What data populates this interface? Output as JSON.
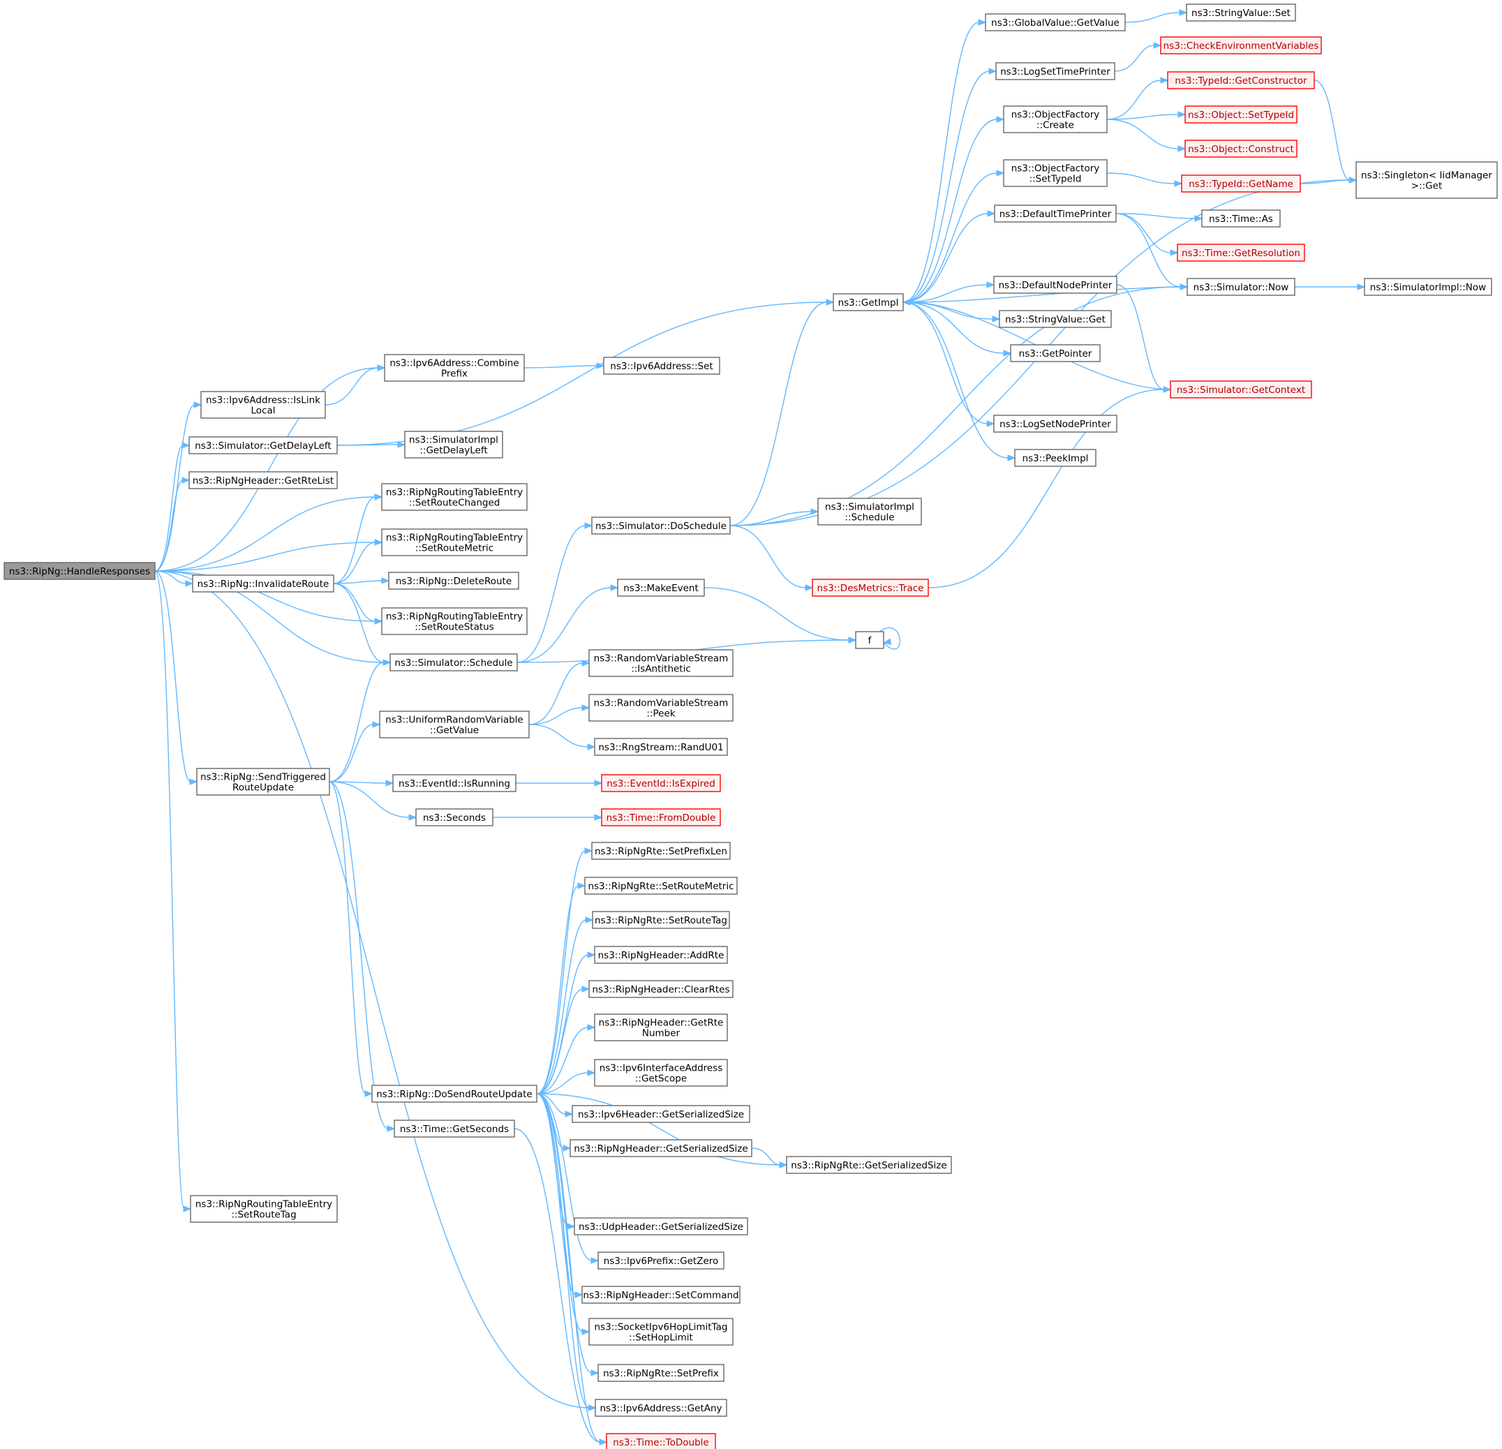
{
  "nodes": [
    {
      "id": "handle",
      "label": [
        "ns3::RipNg::HandleResponses"
      ],
      "style": "root"
    },
    {
      "id": "combine",
      "label": [
        "ns3::Ipv6Address::Combine",
        "Prefix"
      ]
    },
    {
      "id": "islink",
      "label": [
        "ns3::Ipv6Address::IsLink",
        "Local"
      ]
    },
    {
      "id": "getdelay",
      "label": [
        "ns3::Simulator::GetDelayLeft"
      ]
    },
    {
      "id": "getrte",
      "label": [
        "ns3::RipNgHeader::GetRteList"
      ]
    },
    {
      "id": "invalidate",
      "label": [
        "ns3::RipNg::InvalidateRoute"
      ]
    },
    {
      "id": "sendtrig",
      "label": [
        "ns3::RipNg::SendTriggered",
        "RouteUpdate"
      ]
    },
    {
      "id": "setroutetag_e",
      "label": [
        "ns3::RipNgRoutingTableEntry",
        "::SetRouteTag"
      ]
    },
    {
      "id": "ipv6set",
      "label": [
        "ns3::Ipv6Address::Set"
      ]
    },
    {
      "id": "implgetdelay",
      "label": [
        "ns3::SimulatorImpl",
        "::GetDelayLeft"
      ]
    },
    {
      "id": "setchanged",
      "label": [
        "ns3::RipNgRoutingTableEntry",
        "::SetRouteChanged"
      ]
    },
    {
      "id": "setmetric_e",
      "label": [
        "ns3::RipNgRoutingTableEntry",
        "::SetRouteMetric"
      ]
    },
    {
      "id": "deleteroute",
      "label": [
        "ns3::RipNg::DeleteRoute"
      ]
    },
    {
      "id": "setstatus",
      "label": [
        "ns3::RipNgRoutingTableEntry",
        "::SetRouteStatus"
      ]
    },
    {
      "id": "schedule",
      "label": [
        "ns3::Simulator::Schedule"
      ]
    },
    {
      "id": "uniform",
      "label": [
        "ns3::UniformRandomVariable",
        "::GetValue"
      ]
    },
    {
      "id": "isrunning",
      "label": [
        "ns3::EventId::IsRunning"
      ]
    },
    {
      "id": "seconds",
      "label": [
        "ns3::Seconds"
      ]
    },
    {
      "id": "dosend",
      "label": [
        "ns3::RipNg::DoSendRouteUpdate"
      ]
    },
    {
      "id": "getseconds",
      "label": [
        "ns3::Time::GetSeconds"
      ]
    },
    {
      "id": "doschedule",
      "label": [
        "ns3::Simulator::DoSchedule"
      ]
    },
    {
      "id": "makeevent",
      "label": [
        "ns3::MakeEvent"
      ]
    },
    {
      "id": "isantithetic",
      "label": [
        "ns3::RandomVariableStream",
        "::IsAntithetic"
      ]
    },
    {
      "id": "peek",
      "label": [
        "ns3::RandomVariableStream",
        "::Peek"
      ]
    },
    {
      "id": "randu01",
      "label": [
        "ns3::RngStream::RandU01"
      ]
    },
    {
      "id": "isexpired",
      "label": [
        "ns3::EventId::IsExpired"
      ],
      "style": "red"
    },
    {
      "id": "fromdouble",
      "label": [
        "ns3::Time::FromDouble"
      ],
      "style": "red"
    },
    {
      "id": "setprefixlen",
      "label": [
        "ns3::RipNgRte::SetPrefixLen"
      ]
    },
    {
      "id": "setmetric_r",
      "label": [
        "ns3::RipNgRte::SetRouteMetric"
      ]
    },
    {
      "id": "setroutetag_r",
      "label": [
        "ns3::RipNgRte::SetRouteTag"
      ]
    },
    {
      "id": "addrte",
      "label": [
        "ns3::RipNgHeader::AddRte"
      ]
    },
    {
      "id": "clearrtes",
      "label": [
        "ns3::RipNgHeader::ClearRtes"
      ]
    },
    {
      "id": "getrtenum",
      "label": [
        "ns3::RipNgHeader::GetRte",
        "Number"
      ]
    },
    {
      "id": "getscope",
      "label": [
        "ns3::Ipv6InterfaceAddress",
        "::GetScope"
      ]
    },
    {
      "id": "ipv6hdr",
      "label": [
        "ns3::Ipv6Header::GetSerializedSize"
      ]
    },
    {
      "id": "ripnghdr",
      "label": [
        "ns3::RipNgHeader::GetSerializedSize"
      ]
    },
    {
      "id": "udphdr",
      "label": [
        "ns3::UdpHeader::GetSerializedSize"
      ]
    },
    {
      "id": "getzero",
      "label": [
        "ns3::Ipv6Prefix::GetZero"
      ]
    },
    {
      "id": "setcommand",
      "label": [
        "ns3::RipNgHeader::SetCommand"
      ]
    },
    {
      "id": "sethoplimit",
      "label": [
        "ns3::SocketIpv6HopLimitTag",
        "::SetHopLimit"
      ]
    },
    {
      "id": "setprefix",
      "label": [
        "ns3::RipNgRte::SetPrefix"
      ]
    },
    {
      "id": "getany",
      "label": [
        "ns3::Ipv6Address::GetAny"
      ]
    },
    {
      "id": "todouble",
      "label": [
        "ns3::Time::ToDouble"
      ],
      "style": "red"
    },
    {
      "id": "rtesize",
      "label": [
        "ns3::RipNgRte::GetSerializedSize"
      ]
    },
    {
      "id": "getimpl",
      "label": [
        "ns3::GetImpl"
      ]
    },
    {
      "id": "implschedule",
      "label": [
        "ns3::SimulatorImpl",
        "::Schedule"
      ]
    },
    {
      "id": "trace",
      "label": [
        "ns3::DesMetrics::Trace"
      ],
      "style": "red"
    },
    {
      "id": "f",
      "label": [
        "f"
      ]
    },
    {
      "id": "gvgetvalue",
      "label": [
        "ns3::GlobalValue::GetValue"
      ]
    },
    {
      "id": "logsettime",
      "label": [
        "ns3::LogSetTimePrinter"
      ]
    },
    {
      "id": "ofcreate",
      "label": [
        "ns3::ObjectFactory",
        "::Create"
      ]
    },
    {
      "id": "ofsettypeid",
      "label": [
        "ns3::ObjectFactory",
        "::SetTypeId"
      ]
    },
    {
      "id": "deftime",
      "label": [
        "ns3::DefaultTimePrinter"
      ]
    },
    {
      "id": "defnode",
      "label": [
        "ns3::DefaultNodePrinter"
      ]
    },
    {
      "id": "svget",
      "label": [
        "ns3::StringValue::Get"
      ]
    },
    {
      "id": "getpointer",
      "label": [
        "ns3::GetPointer"
      ]
    },
    {
      "id": "logsetnode",
      "label": [
        "ns3::LogSetNodePrinter"
      ]
    },
    {
      "id": "peekimpl",
      "label": [
        "ns3::PeekImpl"
      ]
    },
    {
      "id": "svset",
      "label": [
        "ns3::StringValue::Set"
      ]
    },
    {
      "id": "checkenv",
      "label": [
        "ns3::CheckEnvironmentVariables"
      ],
      "style": "red"
    },
    {
      "id": "getctor",
      "label": [
        "ns3::TypeId::GetConstructor"
      ],
      "style": "red"
    },
    {
      "id": "objsettypeid",
      "label": [
        "ns3::Object::SetTypeId"
      ],
      "style": "red"
    },
    {
      "id": "objconstruct",
      "label": [
        "ns3::Object::Construct"
      ],
      "style": "red"
    },
    {
      "id": "getname",
      "label": [
        "ns3::TypeId::GetName"
      ],
      "style": "red"
    },
    {
      "id": "timeas",
      "label": [
        "ns3::Time::As"
      ]
    },
    {
      "id": "getres",
      "label": [
        "ns3::Time::GetResolution"
      ],
      "style": "red"
    },
    {
      "id": "simnow",
      "label": [
        "ns3::Simulator::Now"
      ]
    },
    {
      "id": "getcontext",
      "label": [
        "ns3::Simulator::GetContext"
      ],
      "style": "red"
    },
    {
      "id": "singleton",
      "label": [
        "ns3::Singleton< IidManager",
        ">::Get"
      ]
    },
    {
      "id": "implnow",
      "label": [
        "ns3::SimulatorImpl::Now"
      ]
    }
  ],
  "edges": [
    [
      "handle",
      "combine"
    ],
    [
      "handle",
      "islink"
    ],
    [
      "handle",
      "getdelay"
    ],
    [
      "handle",
      "getrte"
    ],
    [
      "handle",
      "setchanged"
    ],
    [
      "handle",
      "setmetric_e"
    ],
    [
      "handle",
      "invalidate"
    ],
    [
      "handle",
      "setstatus"
    ],
    [
      "handle",
      "schedule"
    ],
    [
      "handle",
      "sendtrig"
    ],
    [
      "handle",
      "getany"
    ],
    [
      "handle",
      "setroutetag_e"
    ],
    [
      "islink",
      "combine"
    ],
    [
      "combine",
      "ipv6set"
    ],
    [
      "getdelay",
      "implgetdelay"
    ],
    [
      "getdelay",
      "getimpl"
    ],
    [
      "invalidate",
      "setchanged"
    ],
    [
      "invalidate",
      "setmetric_e"
    ],
    [
      "invalidate",
      "deleteroute"
    ],
    [
      "invalidate",
      "setstatus"
    ],
    [
      "invalidate",
      "schedule"
    ],
    [
      "sendtrig",
      "schedule"
    ],
    [
      "sendtrig",
      "uniform"
    ],
    [
      "sendtrig",
      "isrunning"
    ],
    [
      "sendtrig",
      "seconds"
    ],
    [
      "sendtrig",
      "dosend"
    ],
    [
      "sendtrig",
      "getseconds"
    ],
    [
      "schedule",
      "doschedule"
    ],
    [
      "schedule",
      "makeevent"
    ],
    [
      "schedule",
      "f"
    ],
    [
      "uniform",
      "isantithetic"
    ],
    [
      "uniform",
      "peek"
    ],
    [
      "uniform",
      "randu01"
    ],
    [
      "isrunning",
      "isexpired"
    ],
    [
      "seconds",
      "fromdouble"
    ],
    [
      "getseconds",
      "todouble"
    ],
    [
      "dosend",
      "setprefixlen"
    ],
    [
      "dosend",
      "setmetric_r"
    ],
    [
      "dosend",
      "setroutetag_r"
    ],
    [
      "dosend",
      "addrte"
    ],
    [
      "dosend",
      "clearrtes"
    ],
    [
      "dosend",
      "getrtenum"
    ],
    [
      "dosend",
      "getscope"
    ],
    [
      "dosend",
      "ipv6hdr"
    ],
    [
      "dosend",
      "ripnghdr"
    ],
    [
      "dosend",
      "rtesize"
    ],
    [
      "dosend",
      "udphdr"
    ],
    [
      "dosend",
      "getzero"
    ],
    [
      "dosend",
      "setcommand"
    ],
    [
      "dosend",
      "sethoplimit"
    ],
    [
      "dosend",
      "setprefix"
    ],
    [
      "dosend",
      "getany"
    ],
    [
      "dosend",
      "todouble"
    ],
    [
      "ripnghdr",
      "rtesize"
    ],
    [
      "doschedule",
      "getimpl"
    ],
    [
      "doschedule",
      "implschedule"
    ],
    [
      "doschedule",
      "trace"
    ],
    [
      "doschedule",
      "simnow"
    ],
    [
      "doschedule",
      "singleton"
    ],
    [
      "makeevent",
      "f"
    ],
    [
      "f",
      "f"
    ],
    [
      "trace",
      "getcontext"
    ],
    [
      "getimpl",
      "gvgetvalue"
    ],
    [
      "getimpl",
      "logsettime"
    ],
    [
      "getimpl",
      "ofcreate"
    ],
    [
      "getimpl",
      "ofsettypeid"
    ],
    [
      "getimpl",
      "deftime"
    ],
    [
      "getimpl",
      "defnode"
    ],
    [
      "getimpl",
      "svget"
    ],
    [
      "getimpl",
      "getpointer"
    ],
    [
      "getimpl",
      "logsetnode"
    ],
    [
      "getimpl",
      "peekimpl"
    ],
    [
      "gvgetvalue",
      "svset"
    ],
    [
      "logsettime",
      "checkenv"
    ],
    [
      "ofcreate",
      "getctor"
    ],
    [
      "ofcreate",
      "objsettypeid"
    ],
    [
      "ofcreate",
      "objconstruct"
    ],
    [
      "ofsettypeid",
      "getname"
    ],
    [
      "deftime",
      "timeas"
    ],
    [
      "deftime",
      "getres"
    ],
    [
      "deftime",
      "simnow"
    ],
    [
      "defnode",
      "getcontext"
    ],
    [
      "simnow",
      "getimpl"
    ],
    [
      "simnow",
      "implnow"
    ],
    [
      "getcontext",
      "getimpl"
    ],
    [
      "getctor",
      "singleton"
    ],
    [
      "getname",
      "singleton"
    ]
  ]
}
